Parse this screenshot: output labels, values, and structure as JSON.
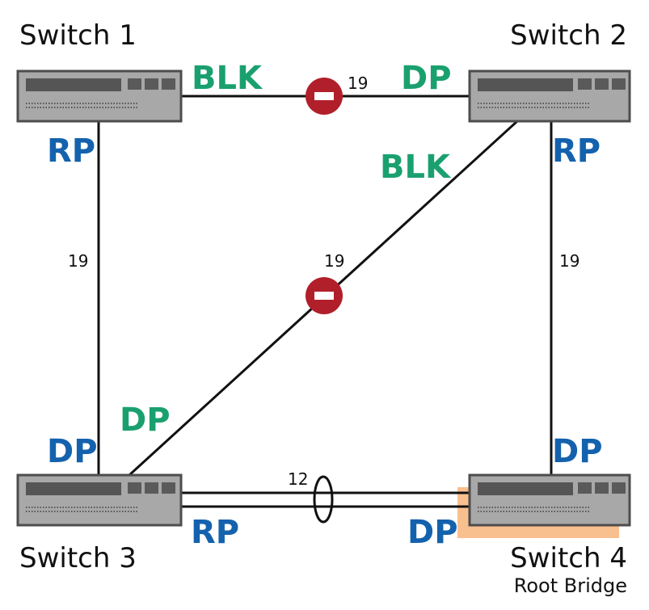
{
  "switches": {
    "s1": {
      "name": "Switch 1",
      "subtitle": ""
    },
    "s2": {
      "name": "Switch 2",
      "subtitle": ""
    },
    "s3": {
      "name": "Switch 3",
      "subtitle": ""
    },
    "s4": {
      "name": "Switch 4",
      "subtitle": "Root Bridge"
    }
  },
  "links": {
    "s1_s2": {
      "cost": "19",
      "role_s1": "BLK",
      "role_s2": "DP",
      "blocked": true
    },
    "s1_s3": {
      "cost": "19",
      "role_s1": "RP",
      "role_s3": "DP"
    },
    "s2_s3": {
      "cost": "19",
      "role_s2": "BLK",
      "role_s3": "DP",
      "blocked": true
    },
    "s2_s4": {
      "cost": "19",
      "role_s2": "RP",
      "role_s4": "DP"
    },
    "s3_s4": {
      "cost": "12",
      "role_s3": "RP",
      "role_s4": "DP",
      "aggregated": true
    }
  },
  "colors": {
    "designated_blocked": "#1aa06f",
    "root_designated": "#1462ad",
    "blocked_icon": "#b11f2a",
    "root_highlight": "#f9c08f"
  },
  "icons": {
    "switch": "network-switch-icon",
    "blocked": "no-entry-icon",
    "aggregation": "link-aggregation-oval"
  }
}
